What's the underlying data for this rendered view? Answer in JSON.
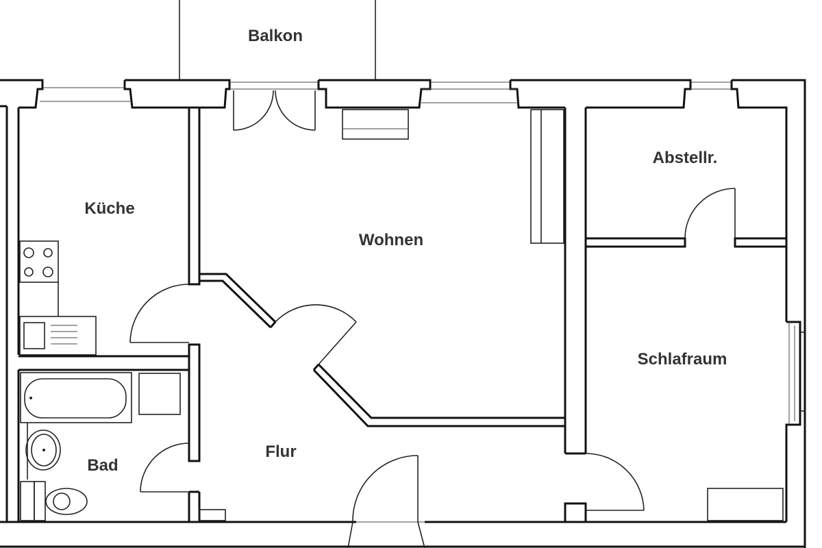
{
  "rooms": {
    "balkon": "Balkon",
    "kueche": "Küche",
    "wohnen": "Wohnen",
    "abstellraum": "Abstellr.",
    "schlafraum": "Schlafraum",
    "bad": "Bad",
    "flur": "Flur"
  }
}
